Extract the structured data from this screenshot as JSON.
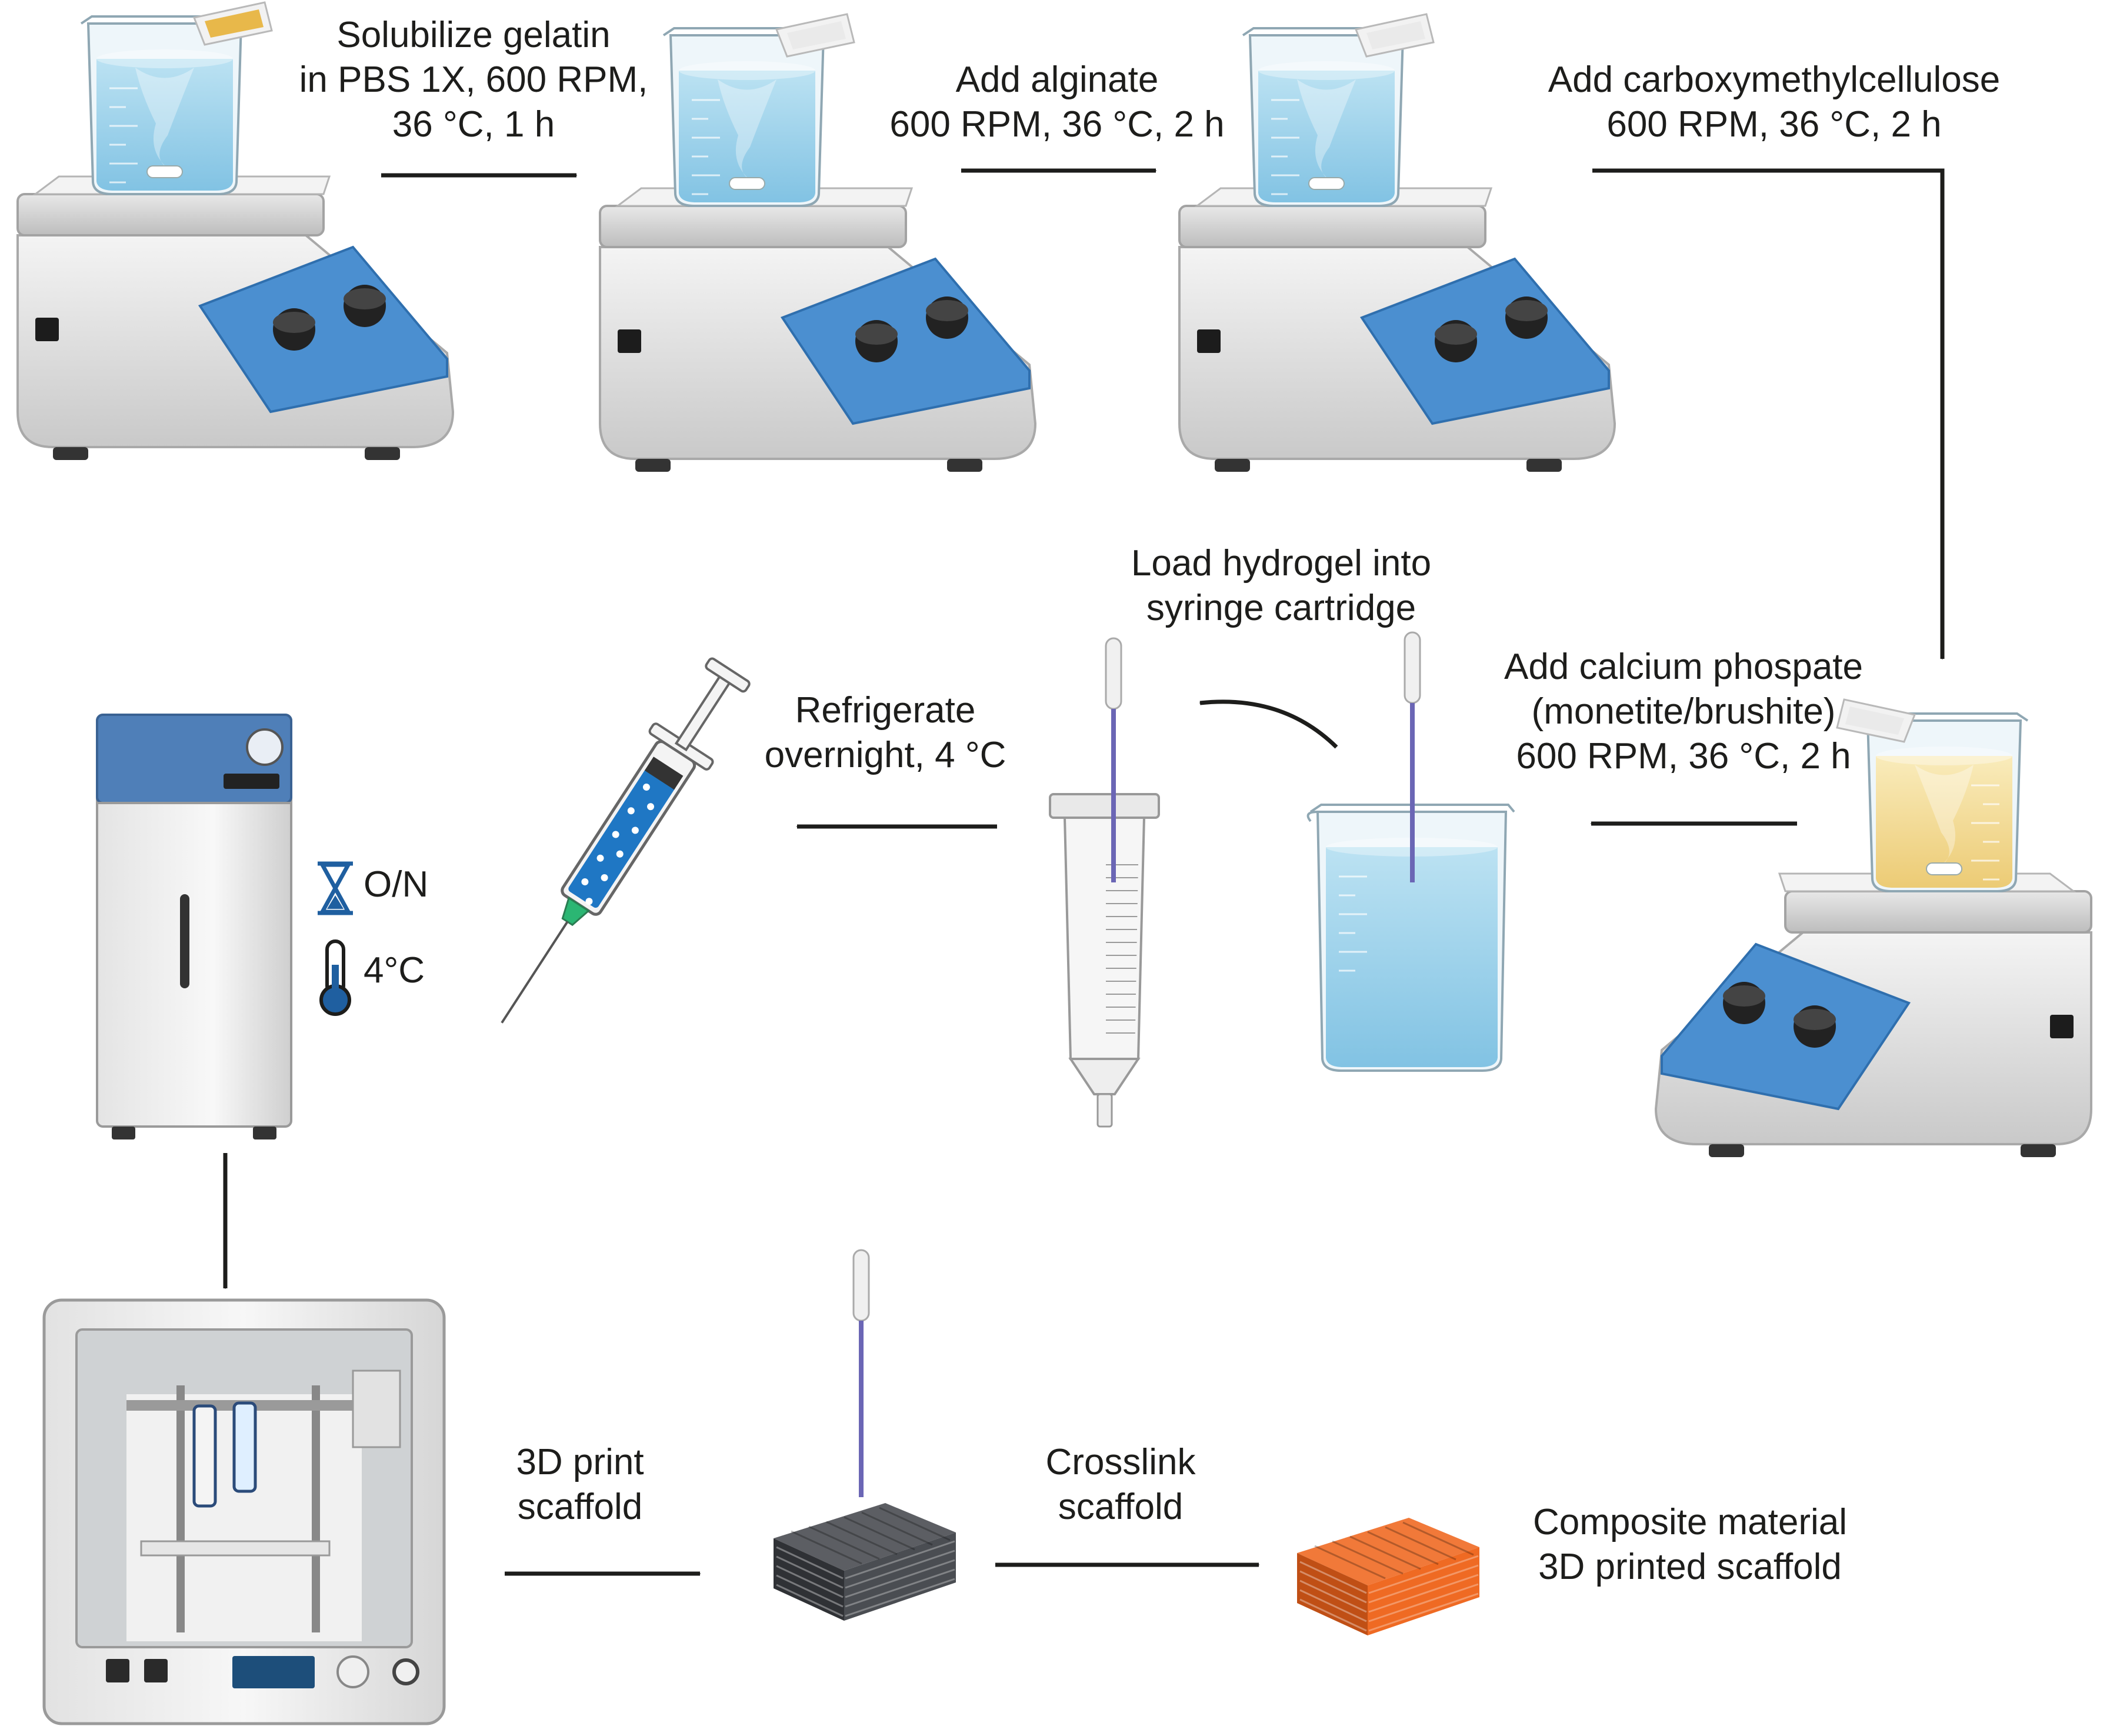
{
  "steps": {
    "gelatin": [
      "Solubilize gelatin",
      "in PBS 1X, 600 RPM,",
      "36 °C, 1 h"
    ],
    "alginate": [
      "Add alginate",
      "600 RPM,  36 °C, 2 h"
    ],
    "cmc": [
      "Add carboxymethylcellulose",
      "600 RPM,  36 °C, 2 h"
    ],
    "calcium": [
      "Add calcium phospate",
      "(monetite/brushite)",
      "600 RPM,  36 °C, 2 h"
    ],
    "load": [
      "Load hydrogel into",
      "syringe cartridge"
    ],
    "refrigerate": [
      "Refrigerate",
      "overnight, 4 °C"
    ],
    "print": [
      "3D print",
      "scaffold"
    ],
    "crosslink": [
      "Crosslink",
      "scaffold"
    ],
    "result": [
      "Composite material",
      "3D printed scaffold"
    ]
  },
  "fridge_conditions": {
    "time": "O/N",
    "temperature": "4°C"
  },
  "icons": [
    "magnetic-stirrer-icon",
    "beaker-icon",
    "weigh-boat-icon",
    "syringe-cartridge-icon",
    "pipette-icon",
    "syringe-icon",
    "refrigerator-icon",
    "hourglass-icon",
    "thermometer-icon",
    "3d-printer-icon",
    "scaffold-icon"
  ],
  "colors": {
    "water": "#9fd3ea",
    "hydrogel_yellow": "#f5dc94",
    "stirrer_panel": "#4b8fd0",
    "scaffold_gray": "#4a4d52",
    "scaffold_orange": "#ef6a23",
    "fridge_top": "#4f7fb8",
    "arrow": "#1d1d1b"
  }
}
